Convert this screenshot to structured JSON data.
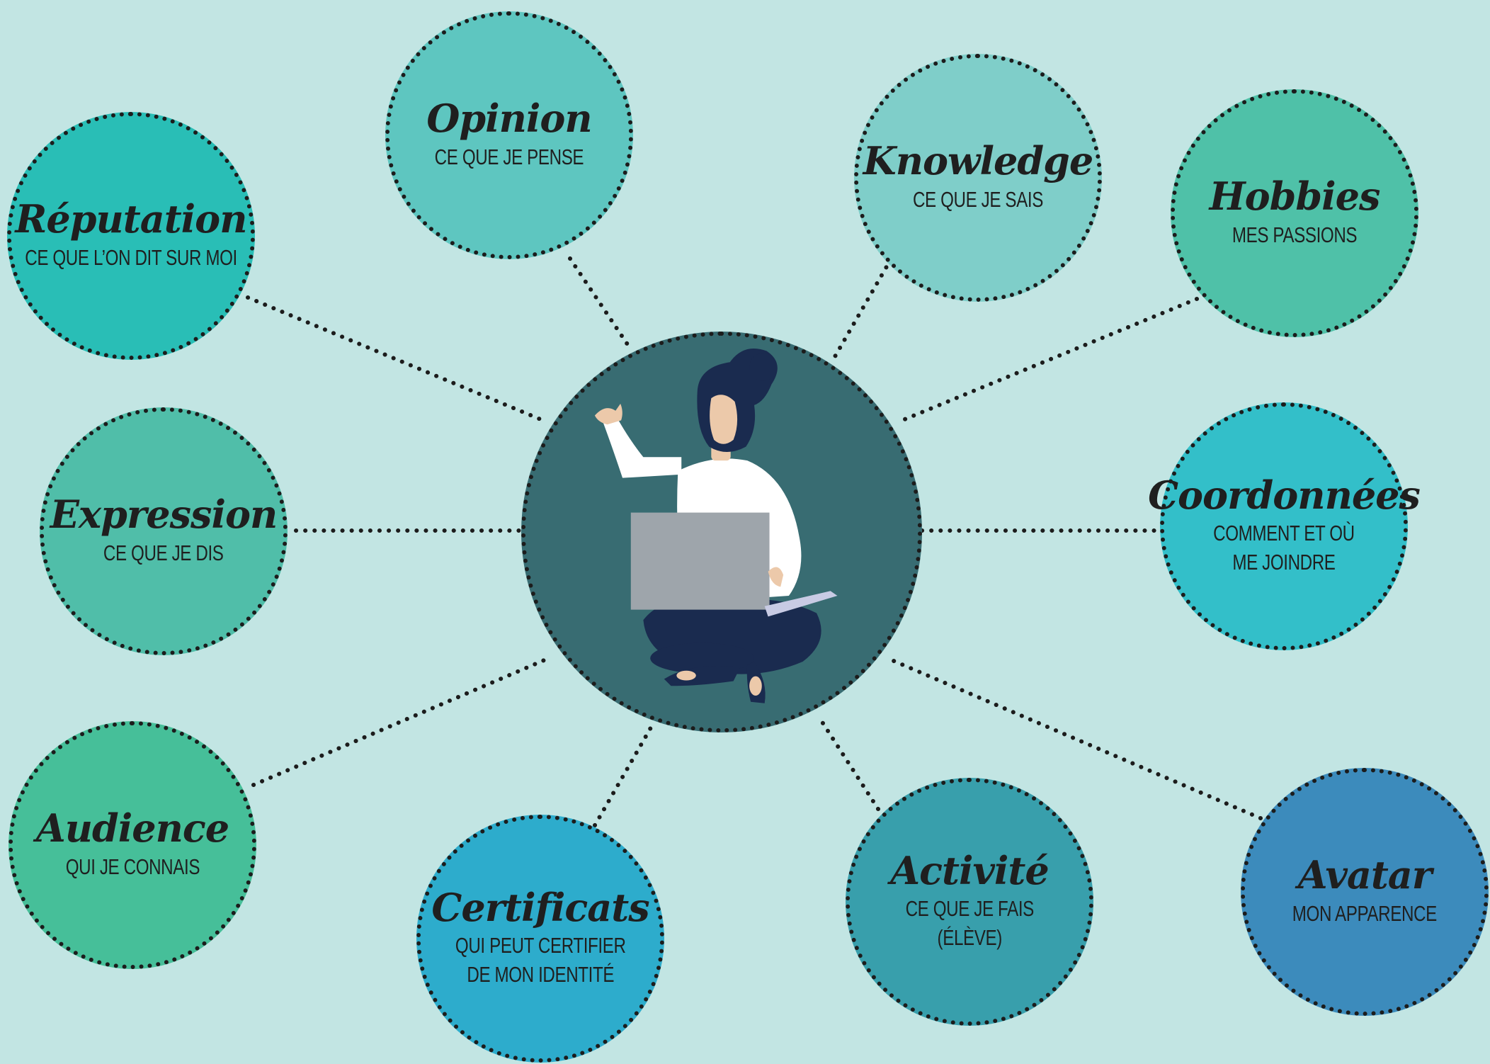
{
  "center": {
    "figure": "person-with-laptop-illustration",
    "fill": "#386c72"
  },
  "nodes": [
    {
      "id": "opinion",
      "title": "Opinion",
      "sub": [
        "CE QUE JE PENSE"
      ],
      "color": "#5ec6c0"
    },
    {
      "id": "knowledge",
      "title": "Knowledge",
      "sub": [
        "CE QUE JE SAIS"
      ],
      "color": "#7fcec9"
    },
    {
      "id": "hobbies",
      "title": "Hobbies",
      "sub": [
        "MES PASSIONS"
      ],
      "color": "#4fc1a8"
    },
    {
      "id": "reputation",
      "title": "Réputation",
      "sub": [
        "CE QUE L’ON DIT SUR MOI"
      ],
      "color": "#29beb6"
    },
    {
      "id": "expression",
      "title": "Expression",
      "sub": [
        "CE QUE JE DIS"
      ],
      "color": "#50bea9"
    },
    {
      "id": "coordonnees",
      "title": "Coordonnées",
      "sub": [
        "COMMENT ET OÙ",
        "ME JOINDRE"
      ],
      "color": "#33bfc9"
    },
    {
      "id": "audience",
      "title": "Audience",
      "sub": [
        "QUI JE CONNAIS"
      ],
      "color": "#46bf99"
    },
    {
      "id": "certificats",
      "title": "Certificats",
      "sub": [
        "QUI PEUT CERTIFIER",
        "DE MON IDENTITÉ"
      ],
      "color": "#2daccc"
    },
    {
      "id": "activite",
      "title": "Activité",
      "sub": [
        "CE QUE JE FAIS",
        "(ÉLÈVE)"
      ],
      "color": "#389fac"
    },
    {
      "id": "avatar",
      "title": "Avatar",
      "sub": [
        "MON APPARENCE"
      ],
      "color": "#3c8bbc"
    }
  ]
}
